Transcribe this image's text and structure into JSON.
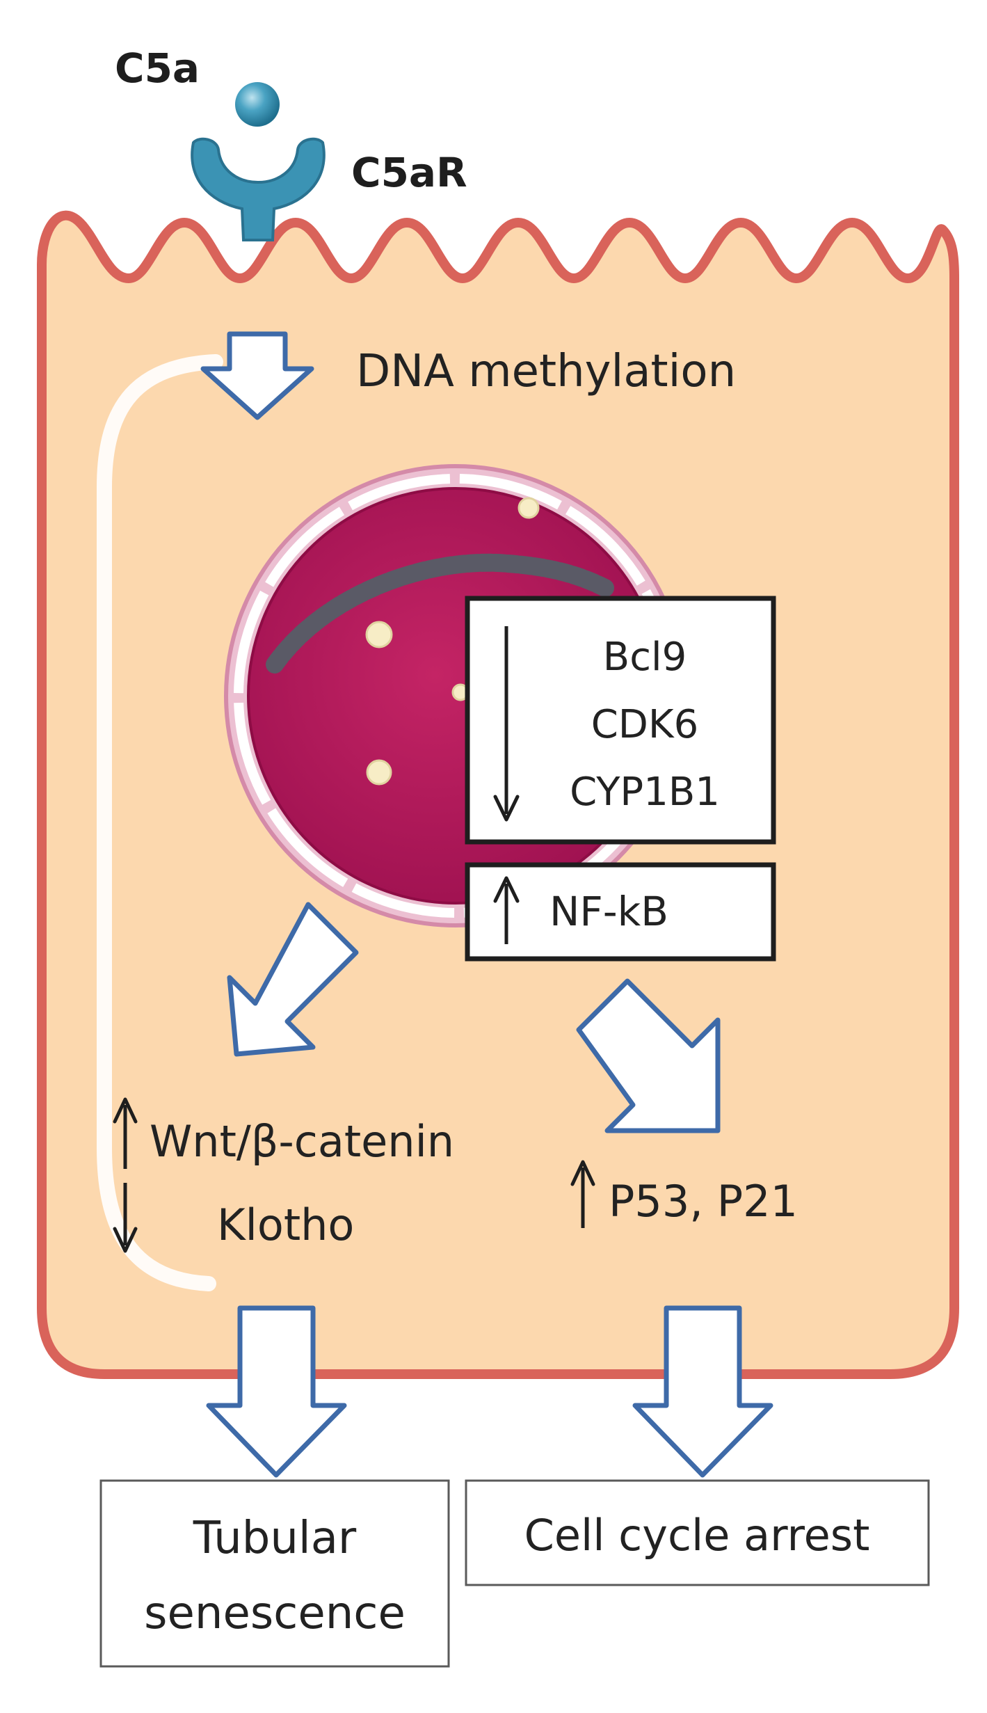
{
  "receptor": {
    "ligand_label": "C5a",
    "receptor_label": "C5aR"
  },
  "cytoplasm": {
    "methylation_label": "DNA methylation"
  },
  "nucleus": {
    "down_genes": [
      "Bcl9",
      "CDK6",
      "CYP1B1"
    ],
    "up_gene": "NF-kB"
  },
  "pathways": {
    "left_up": "Wnt/β-catenin",
    "left_down": "Klotho",
    "right_up": "P53, P21"
  },
  "outcomes": {
    "left_line1": "Tubular",
    "left_line2": "senescence",
    "right": "Cell cycle arrest"
  },
  "colors": {
    "cell_fill": "#fcd8ae",
    "membrane": "#d9635a",
    "nucleus": "#b8195a",
    "receptor": "#3b93b4",
    "arrow_outline": "#3e6aa8"
  }
}
